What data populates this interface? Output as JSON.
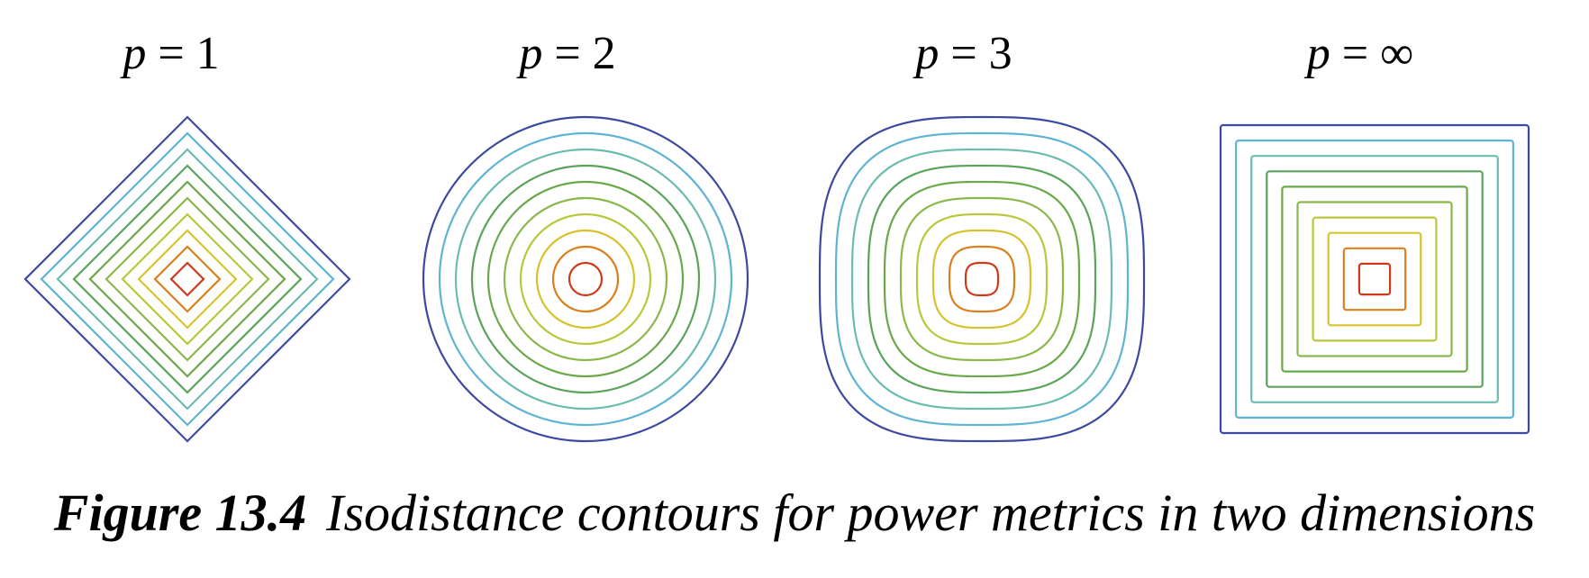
{
  "panels": [
    {
      "label_var": "p",
      "label_eq": " = 1",
      "p": 1
    },
    {
      "label_var": "p",
      "label_eq": " = 2",
      "p": 2
    },
    {
      "label_var": "p",
      "label_eq": " = 3",
      "p": 3
    },
    {
      "label_var": "p",
      "label_eq": " = ∞",
      "p": "inf"
    }
  ],
  "contour_levels": [
    1,
    2,
    3,
    4,
    5,
    6,
    7,
    8,
    9,
    10
  ],
  "contour_colors": [
    "#cc3a1a",
    "#d97f1c",
    "#d7c22e",
    "#b8c83a",
    "#8ab84a",
    "#6aa84a",
    "#5aa35a",
    "#6cbbb0",
    "#5fb3d3",
    "#3b4aa0"
  ],
  "caption": {
    "figure_number": "Figure 13.4",
    "text": "Isodistance contours for power metrics in two dimensions"
  }
}
